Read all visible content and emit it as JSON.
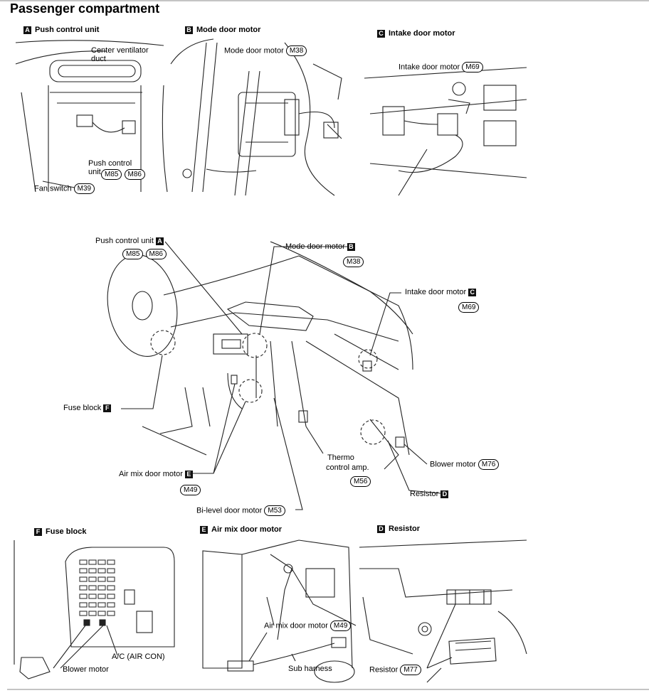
{
  "title": "Passenger compartment",
  "panels": {
    "a": {
      "badge": "A",
      "title": "Push control unit",
      "center_duct": "Center ventilator duct",
      "push_control_unit": "Push control unit",
      "m85": "M85",
      "m86": "M86",
      "fan_switch": "Fan switch",
      "m39": "M39"
    },
    "b": {
      "badge": "B",
      "title": "Mode door motor",
      "label": "Mode door motor",
      "m38": "M38"
    },
    "c": {
      "badge": "C",
      "title": "Intake door motor",
      "label": "Intake door motor",
      "m69": "M69"
    },
    "f": {
      "badge": "F",
      "title": "Fuse block",
      "ac": "A/C (AIR CON)",
      "blower": "Blower motor"
    },
    "e": {
      "badge": "E",
      "title": "Air mix door motor",
      "label": "Air mix door motor",
      "m49": "M49",
      "sub_harness": "Sub harness"
    },
    "d": {
      "badge": "D",
      "title": "Resistor",
      "label": "Resistor",
      "m77": "M77"
    }
  },
  "main": {
    "push_control_unit": "Push control unit",
    "pcu_badge": "A",
    "m85": "M85",
    "m86": "M86",
    "mode_door_motor": "Mode door motor",
    "mode_badge": "B",
    "m38": "M38",
    "intake_door_motor": "Intake door motor",
    "intake_badge": "C",
    "m69": "M69",
    "fuse_block": "Fuse block",
    "fuse_badge": "F",
    "air_mix_door_motor": "Air mix door motor",
    "airmix_badge": "E",
    "m49": "M49",
    "bi_level_door_motor": "Bi-level door motor",
    "m53": "M53",
    "thermo_control_amp_1": "Thermo",
    "thermo_control_amp_2": "control amp.",
    "m56": "M56",
    "blower_motor": "Blower motor",
    "m76": "M76",
    "resistor": "Resistor",
    "resistor_badge": "D"
  }
}
